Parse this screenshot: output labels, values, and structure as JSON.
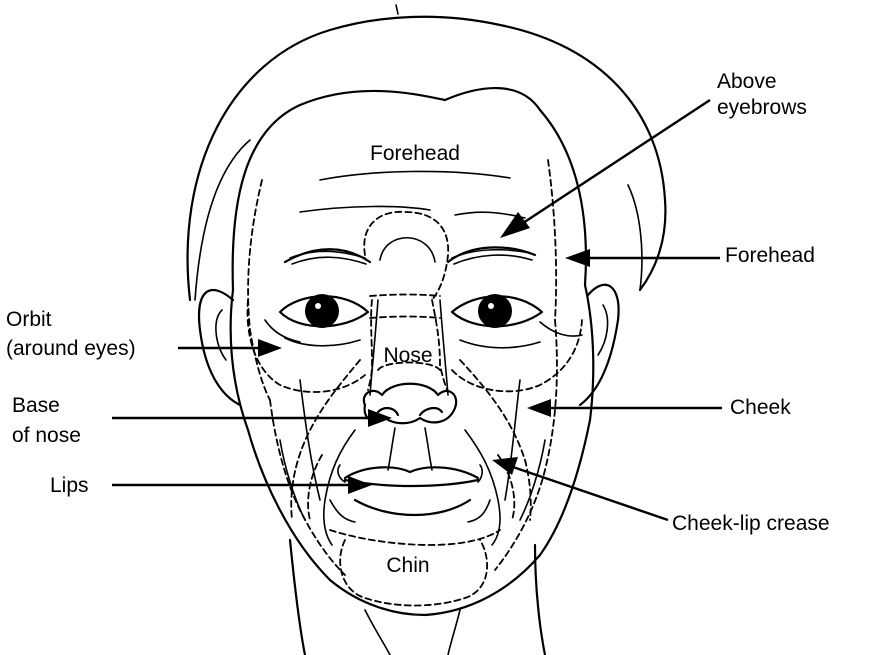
{
  "labels": {
    "forehead_top": "Forehead",
    "above_eyebrows_line1": "Above",
    "above_eyebrows_line2": "eyebrows",
    "forehead_side": "Forehead",
    "orbit_line1": "Orbit",
    "orbit_line2": "(around eyes)",
    "nose": "Nose",
    "base_of_nose_line1": "Base",
    "base_of_nose_line2": "of nose",
    "cheek": "Cheek",
    "lips": "Lips",
    "cheek_lip_crease": "Cheek-lip crease",
    "chin": "Chin"
  },
  "colors": {
    "ink": "#000000",
    "background": "#ffffff"
  }
}
